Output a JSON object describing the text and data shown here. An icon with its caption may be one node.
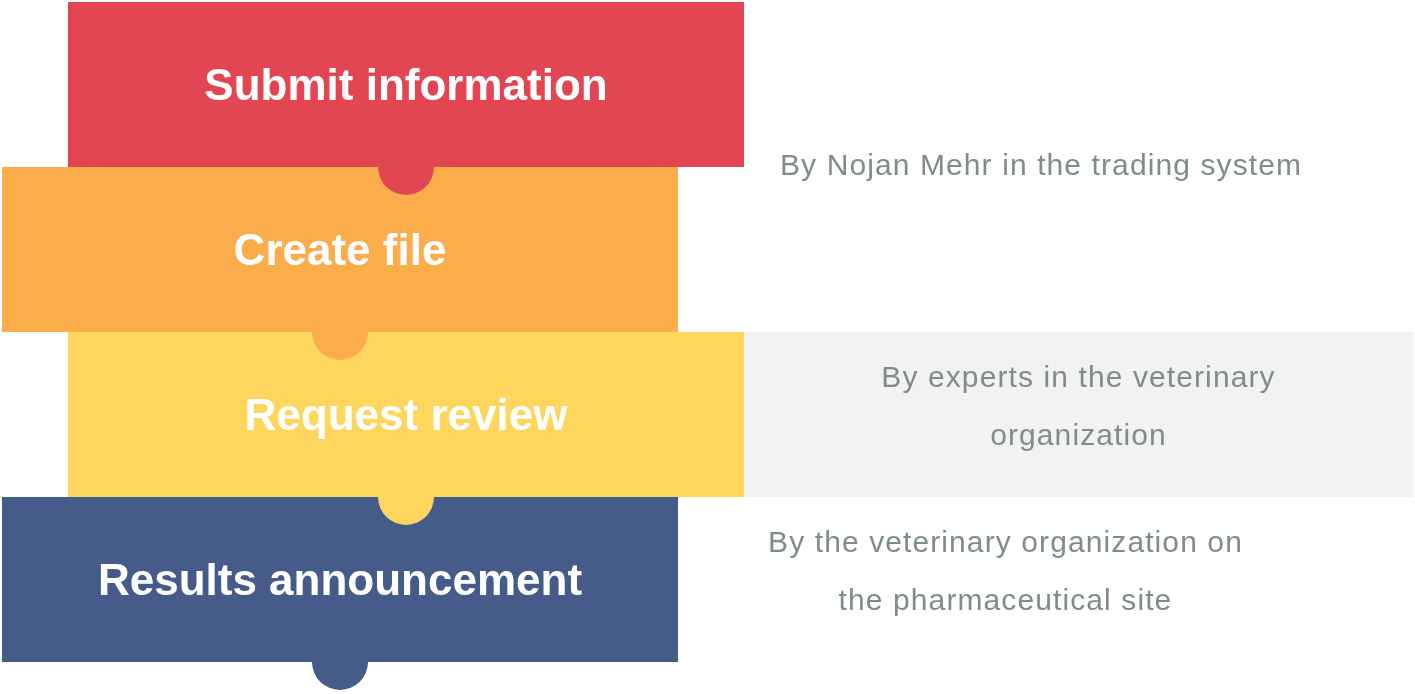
{
  "diagram": {
    "nodes": [
      {
        "text": [
          "Submit information"
        ],
        "beside": [
          "By Nojan Mehr in the trading system"
        ]
      },
      {
        "text": [
          "Create file"
        ]
      },
      {
        "text": [
          "Request review"
        ]
      },
      {
        "text": [
          "By experts in the veterinary organization"
        ]
      },
      {
        "text": [
          "Results announcement"
        ]
      }
    ],
    "labels": [
      "By the veterinary organization on the pharmaceutical site"
    ]
  }
}
